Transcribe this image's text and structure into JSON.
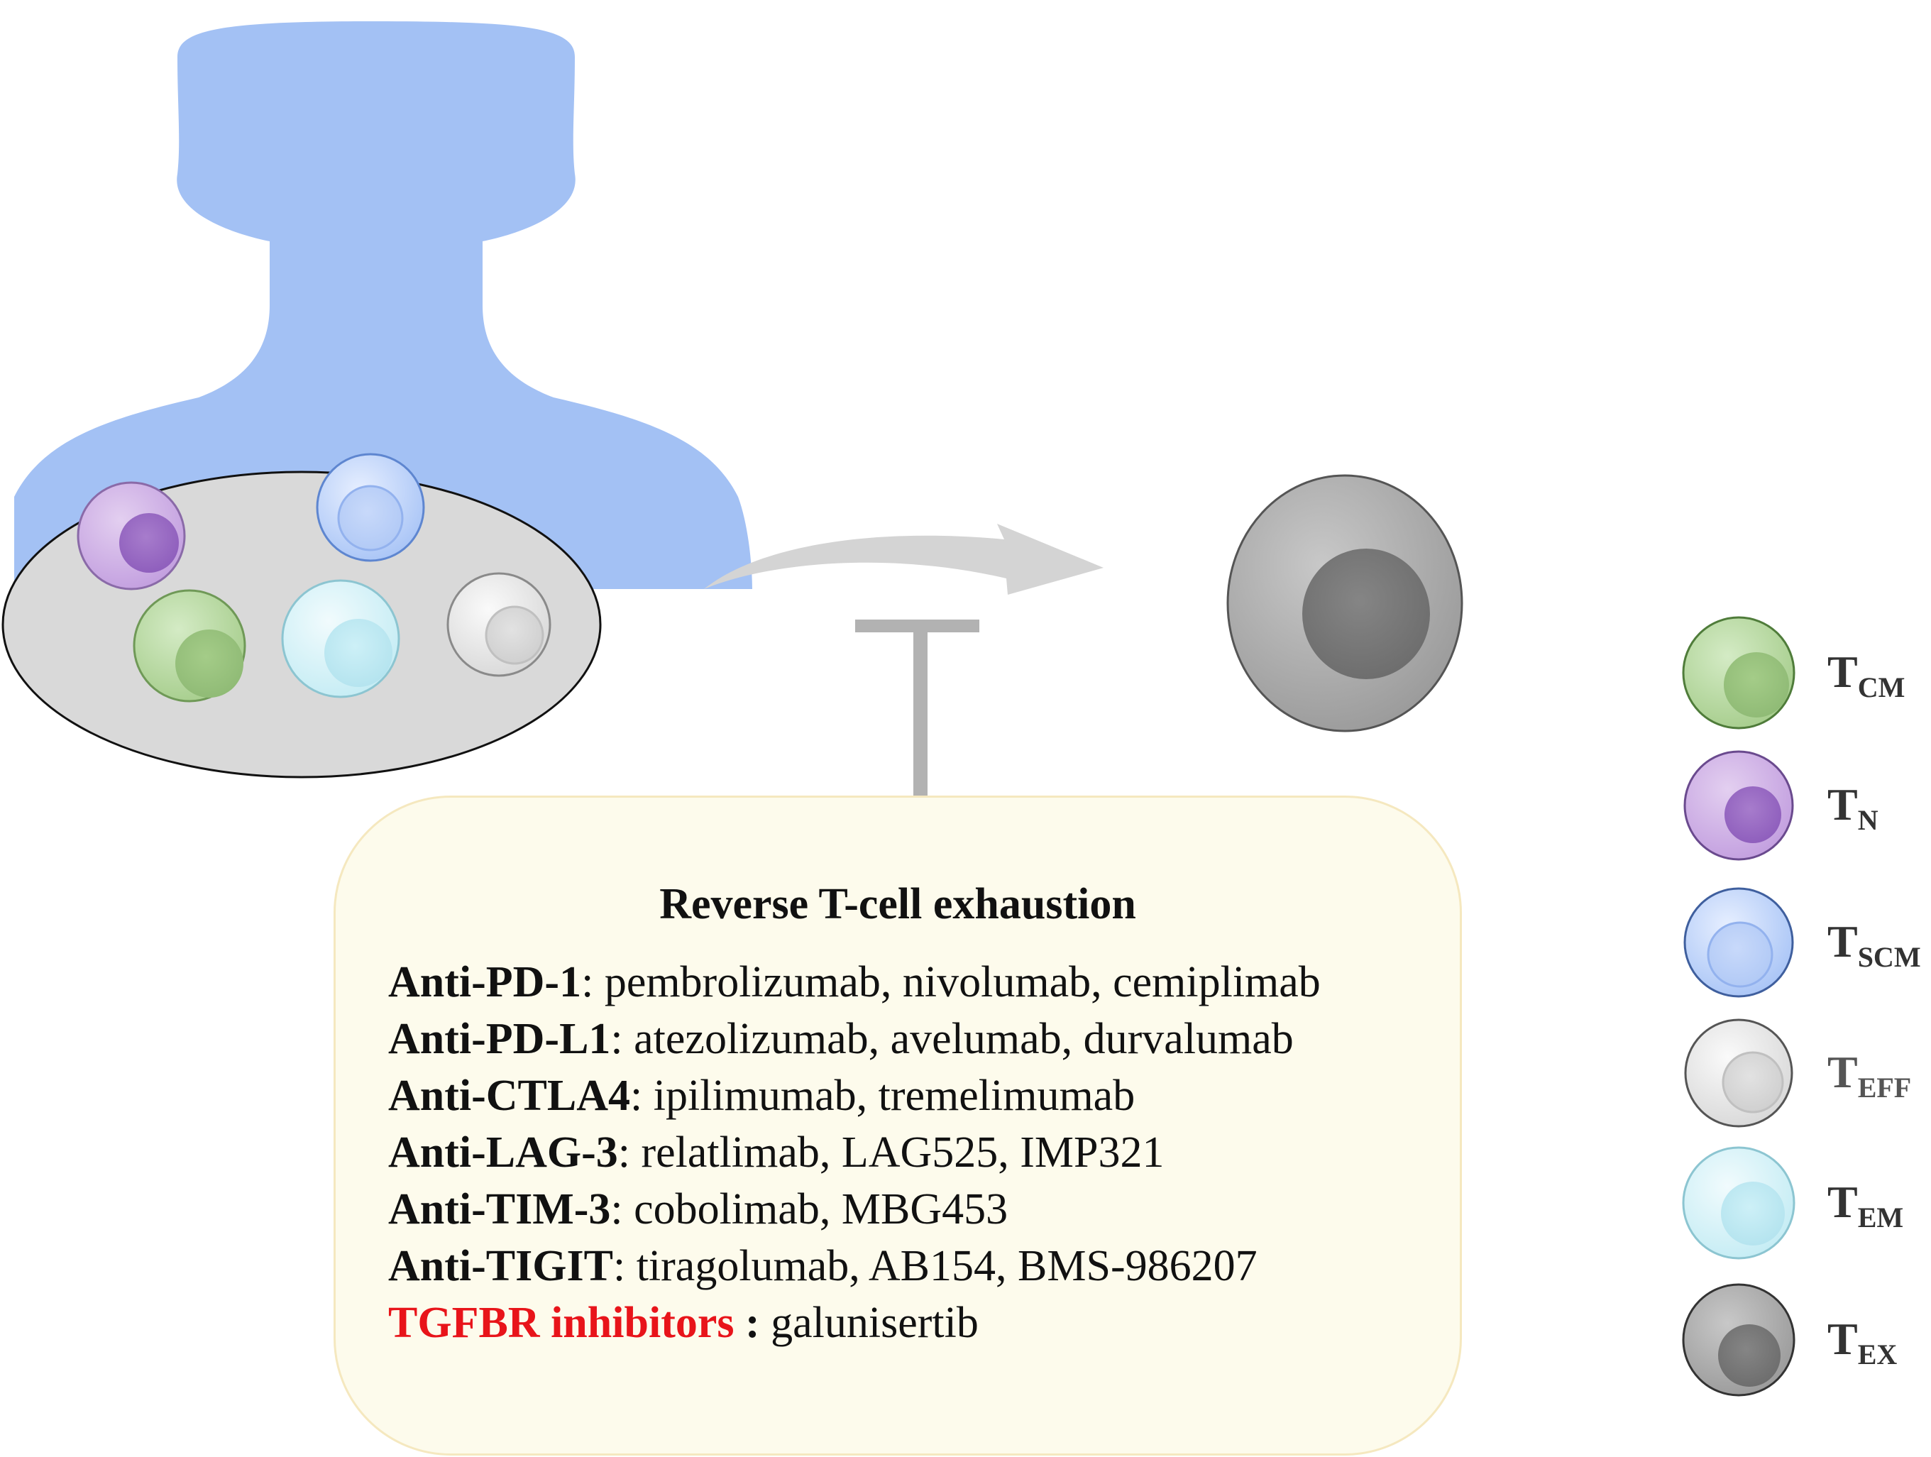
{
  "box": {
    "title": "Reverse T-cell exhaustion",
    "rows": [
      {
        "cls": "Anti-PD-1",
        "sep": ":",
        "drugs": " pembrolizumab, nivolumab, cemiplimab"
      },
      {
        "cls": "Anti-PD-L1",
        "sep": ":",
        "drugs": " atezolizumab, avelumab, durvalumab"
      },
      {
        "cls": "Anti-CTLA4",
        "sep": ":",
        "drugs": " ipilimumab, tremelimumab"
      },
      {
        "cls": "Anti-LAG-3",
        "sep": ":",
        "drugs": " relatlimab, LAG525, IMP321"
      },
      {
        "cls": "Anti-TIM-3",
        "sep": ":",
        "drugs": " cobolimab, MBG453"
      },
      {
        "cls": "Anti-TIGIT",
        "sep": ":",
        "drugs": " tiragolumab, AB154, BMS-986207"
      },
      {
        "cls": "TGFBR inhibitors",
        "sep": " :",
        "drugs": " galunisertib"
      }
    ]
  },
  "legend": [
    {
      "main": "T",
      "sub": "CM"
    },
    {
      "main": "T",
      "sub": "N"
    },
    {
      "main": "T",
      "sub": "SCM"
    },
    {
      "main": "T",
      "sub": "EFF"
    },
    {
      "main": "T",
      "sub": "EM"
    },
    {
      "main": "T",
      "sub": "EX"
    }
  ],
  "colors": {
    "silhouette": "#a3c1f4",
    "oval": "#d9d9d9",
    "arrow": "#d4d4d4",
    "inhibitor": "#b2b2b2",
    "highlight": "#e8141a",
    "box_fill": "#fdfbec",
    "box_border": "#f5e8bf"
  }
}
